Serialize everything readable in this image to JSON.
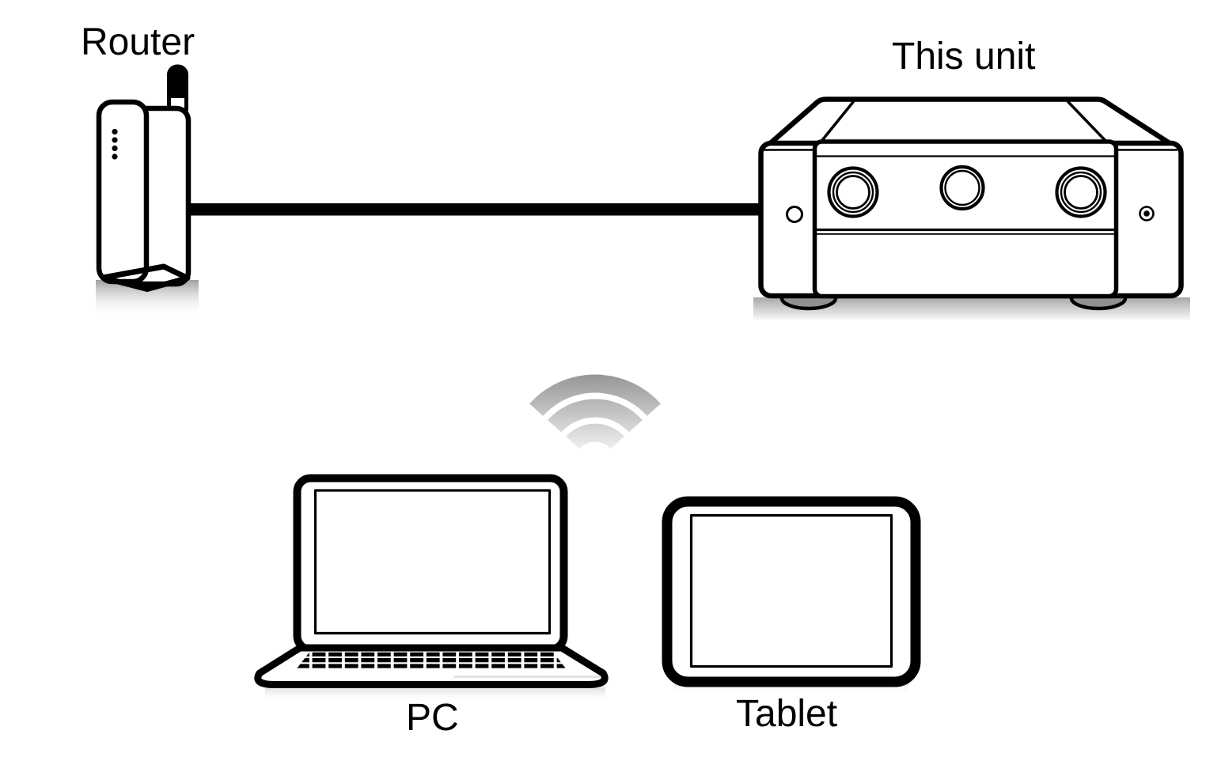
{
  "diagram": {
    "type": "network-connection-diagram",
    "labels": {
      "router": "Router",
      "this_unit": "This unit",
      "pc": "PC",
      "tablet": "Tablet"
    },
    "nodes": [
      {
        "id": "router",
        "label": "Router",
        "icon": "router-icon"
      },
      {
        "id": "this-unit",
        "label": "This unit",
        "icon": "av-receiver-icon"
      },
      {
        "id": "pc",
        "label": "PC",
        "icon": "laptop-icon"
      },
      {
        "id": "tablet",
        "label": "Tablet",
        "icon": "tablet-icon"
      }
    ],
    "connections": [
      {
        "from": "router",
        "to": "this-unit",
        "type": "wired-lan-cable"
      },
      {
        "from": "pc",
        "to": "this-unit",
        "type": "wireless-wifi"
      },
      {
        "from": "tablet",
        "to": "this-unit",
        "type": "wireless-wifi"
      }
    ],
    "colors": {
      "line_art": "#000000",
      "background": "#ffffff",
      "wifi_gradient_top": "#969696",
      "wifi_gradient_bottom": "#ededed",
      "shadow_dark": "#a8a8a8",
      "foot_gray": "#909090"
    }
  }
}
